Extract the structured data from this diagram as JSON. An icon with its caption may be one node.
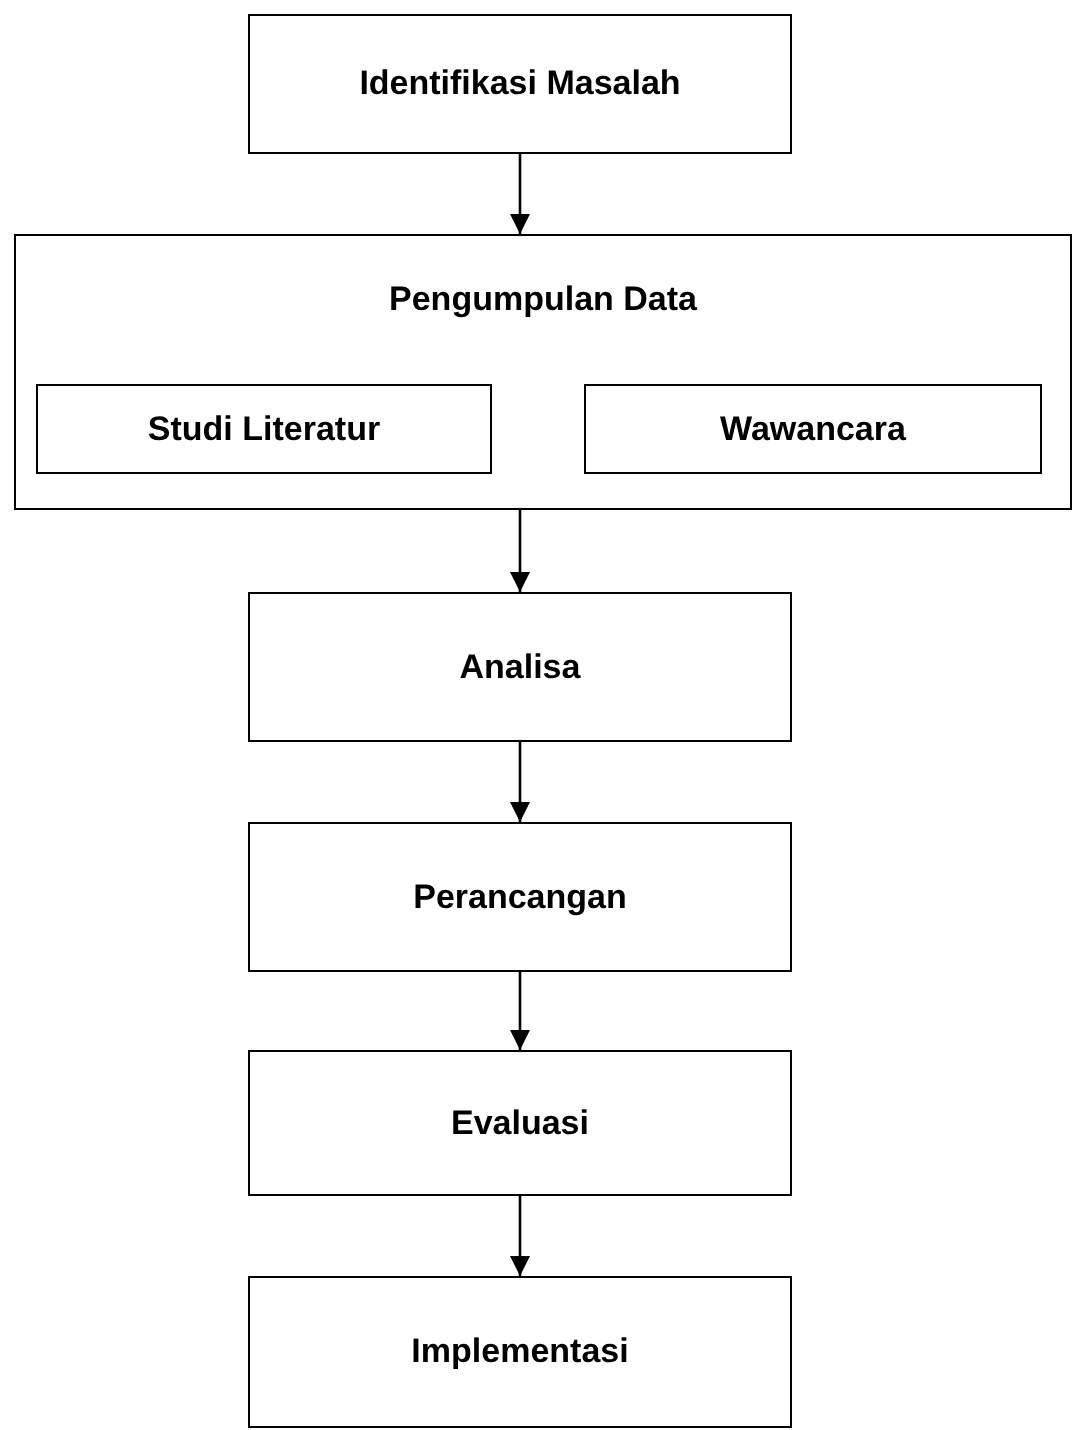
{
  "diagram": {
    "nodes": [
      {
        "text": [
          "Identifikasi Masalah"
        ]
      },
      {
        "text": [
          "Pengumpulan Data"
        ]
      },
      {
        "text": [
          "Studi Literatur"
        ],
        "in": 1
      },
      {
        "text": [
          "Wawancara"
        ],
        "in": 1
      },
      {
        "text": [
          "Analisa"
        ]
      },
      {
        "text": [
          "Perancangan"
        ]
      },
      {
        "text": [
          "Evaluasi"
        ]
      },
      {
        "text": [
          "Implementasi"
        ]
      }
    ],
    "edges": [
      {
        "from": 0,
        "to": 1,
        "arrow": "to"
      },
      {
        "from": 1,
        "to": 4,
        "arrow": "to"
      },
      {
        "from": 4,
        "to": 5,
        "arrow": "to"
      },
      {
        "from": 5,
        "to": 6,
        "arrow": "to"
      },
      {
        "from": 6,
        "to": 7,
        "arrow": "to"
      }
    ]
  }
}
